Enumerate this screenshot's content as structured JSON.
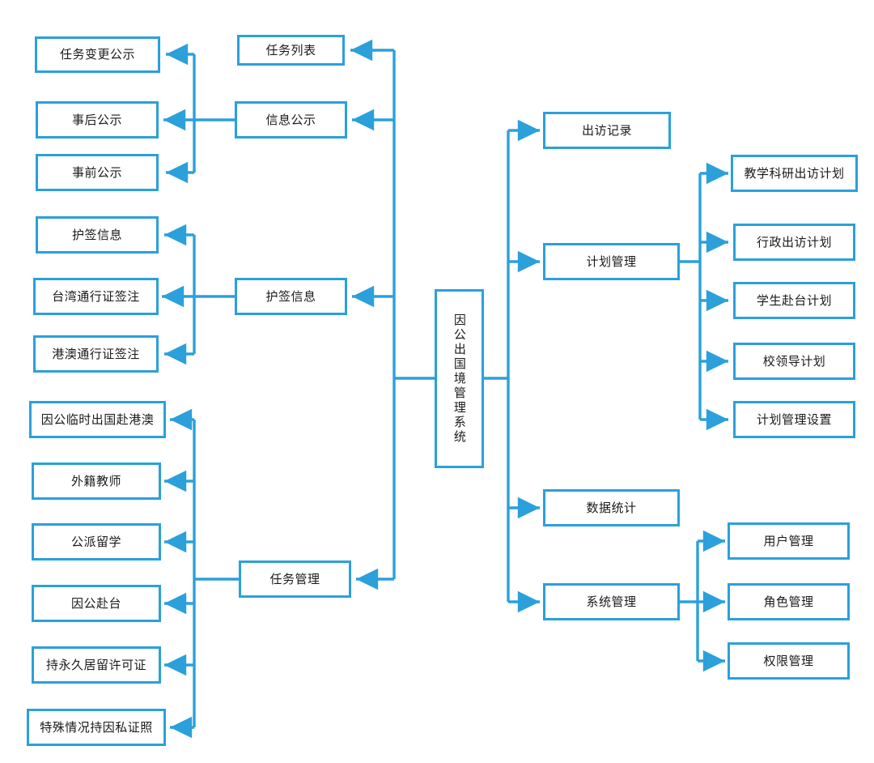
{
  "diagram": {
    "title": "因公出国境管理系统",
    "type": "org-tree",
    "orientation": "center-out",
    "colors": {
      "node_border": "#2ba0db",
      "edge": "#2ba0db",
      "node_fill": "#ffffff",
      "text": "#1a1a1a",
      "background": "#ffffff"
    },
    "root": {
      "label": "因公出国境管理系统"
    },
    "left_branches": [
      {
        "label": "任务列表",
        "children": []
      },
      {
        "label": "信息公示",
        "children": [
          {
            "label": "任务变更公示"
          },
          {
            "label": "事后公示"
          },
          {
            "label": "事前公示"
          }
        ]
      },
      {
        "label": "护签信息",
        "children": [
          {
            "label": "护签信息"
          },
          {
            "label": "台湾通行证签注"
          },
          {
            "label": "港澳通行证签注"
          }
        ]
      },
      {
        "label": "任务管理",
        "children": [
          {
            "label": "因公临时出国赴港澳"
          },
          {
            "label": "外籍教师"
          },
          {
            "label": "公派留学"
          },
          {
            "label": "因公赴台"
          },
          {
            "label": "持永久居留许可证"
          },
          {
            "label": "特殊情况持因私证照"
          }
        ]
      }
    ],
    "right_branches": [
      {
        "label": "出访记录",
        "children": []
      },
      {
        "label": "计划管理",
        "children": [
          {
            "label": "教学科研出访计划"
          },
          {
            "label": "行政出访计划"
          },
          {
            "label": "学生赴台计划"
          },
          {
            "label": "校领导计划"
          },
          {
            "label": "计划管理设置"
          }
        ]
      },
      {
        "label": "数据统计",
        "children": []
      },
      {
        "label": "系统管理",
        "children": [
          {
            "label": "用户管理"
          },
          {
            "label": "角色管理"
          },
          {
            "label": "权限管理"
          }
        ]
      }
    ]
  }
}
